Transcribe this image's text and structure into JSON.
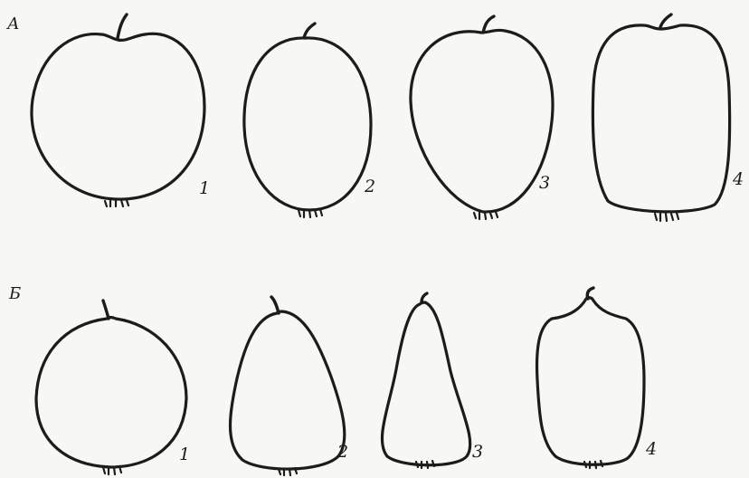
{
  "rows": [
    {
      "label": "А",
      "fruits": [
        {
          "number": "1"
        },
        {
          "number": "2"
        },
        {
          "number": "3"
        },
        {
          "number": "4"
        }
      ]
    },
    {
      "label": "Б",
      "fruits": [
        {
          "number": "1"
        },
        {
          "number": "2"
        },
        {
          "number": "3"
        },
        {
          "number": "4"
        }
      ]
    }
  ],
  "colors": {
    "ink": "#1c1c1c",
    "paper": "#f7f7f3"
  }
}
